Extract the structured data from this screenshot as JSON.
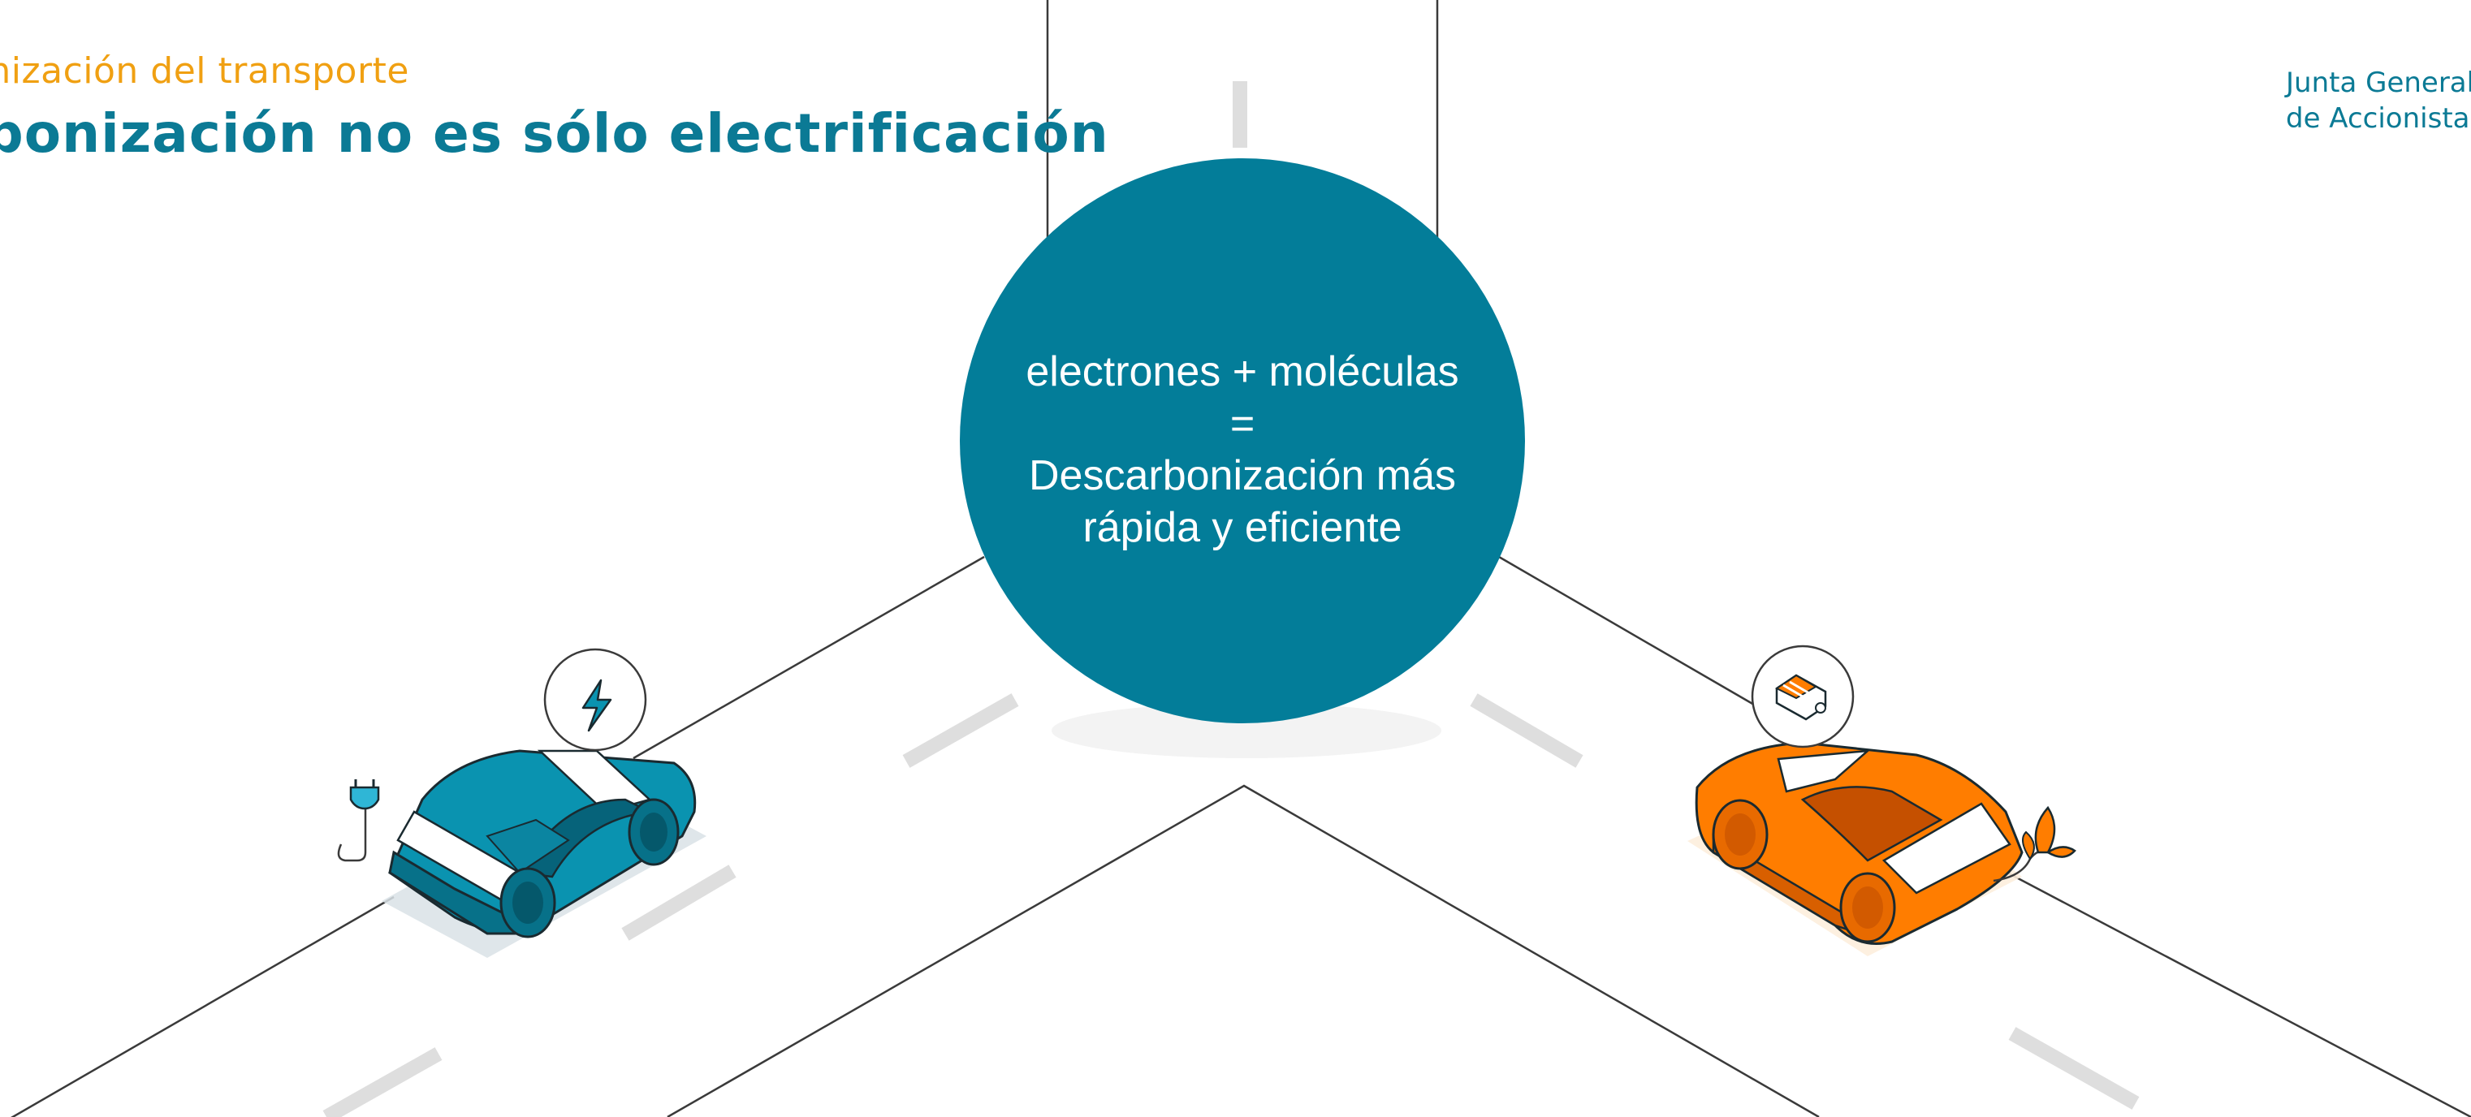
{
  "header": {
    "subtitle": "onización del transporte",
    "title": "rbonización no es sólo electrificación",
    "brand_line1": "Junta General",
    "brand_line2": "de Accionistas"
  },
  "hub": {
    "line1": "electrones + moléculas",
    "line2": "=",
    "line3": "Descarbonización más",
    "line4": "rápida y eficiente"
  },
  "colors": {
    "teal": "#037d99",
    "orange": "#ff7d00",
    "subtitle_orange": "#f0a012",
    "road_dash": "#e0e0e0",
    "road_line": "#3a3a3a"
  },
  "icons": {
    "electric_car": "electric-car-icon",
    "fuel_car": "fuel-car-icon",
    "plug": "plug-icon",
    "lightning": "lightning-icon",
    "engine": "engine-icon",
    "leaf": "leaf-sprout-icon"
  }
}
